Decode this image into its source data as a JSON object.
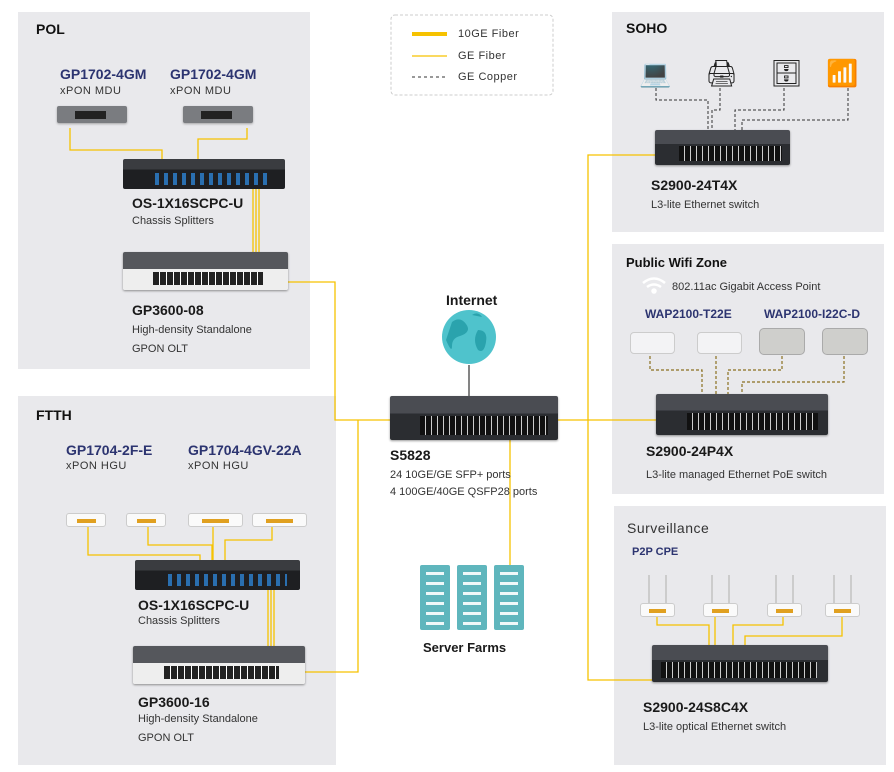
{
  "legend": {
    "items": [
      {
        "label": "10GE Fiber"
      },
      {
        "label": "GE Fiber"
      },
      {
        "label": "GE Copper"
      }
    ]
  },
  "colors": {
    "fiber": "#f6c200",
    "panel": "#e9e9ec",
    "model": "#2c3470",
    "globe": "#4fc3cc",
    "rack": "#5fb6bd"
  },
  "pol": {
    "title": "POL",
    "mdus": [
      {
        "model": "GP1702-4GM",
        "type": "xPON MDU"
      },
      {
        "model": "GP1702-4GM",
        "type": "xPON MDU"
      }
    ],
    "splitter": {
      "name": "OS-1X16SCPC-U",
      "desc": "Chassis  Splitters"
    },
    "olt": {
      "name": "GP3600-08",
      "desc1": "High-density Standalone",
      "desc2": "GPON OLT"
    }
  },
  "ftth": {
    "title": "FTTH",
    "hgus": [
      {
        "model": "GP1704-2F-E",
        "type": "xPON HGU"
      },
      {
        "model": "GP1704-4GV-22A",
        "type": "xPON HGU"
      }
    ],
    "splitter": {
      "name": "OS-1X16SCPC-U",
      "desc": "Chassis  Splitters"
    },
    "olt": {
      "name": "GP3600-16",
      "desc1": "High-density Standalone",
      "desc2": "GPON OLT"
    }
  },
  "core": {
    "internet": "Internet",
    "switch": {
      "name": "S5828",
      "desc1": "24 10GE/GE SFP+ ports",
      "desc2": "4 100GE/40GE QSFP28 ports"
    },
    "servers": "Server Farms"
  },
  "soho": {
    "title": "SOHO",
    "switch": {
      "name": "S2900-24T4X",
      "desc": "L3-lite  Ethernet  switch"
    }
  },
  "wifi": {
    "title": "Public Wifi Zone",
    "ap_desc": "802.11ac Gigabit Access Point",
    "models": [
      "WAP2100-T22E",
      "WAP2100-I22C-D"
    ],
    "switch": {
      "name": "S2900-24P4X",
      "desc": "L3-lite managed Ethernet  PoE switch"
    }
  },
  "surv": {
    "title": "Surveillance",
    "cpe": "P2P CPE",
    "switch": {
      "name": "S2900-24S8C4X",
      "desc": "L3-lite optical Ethernet switch"
    }
  }
}
